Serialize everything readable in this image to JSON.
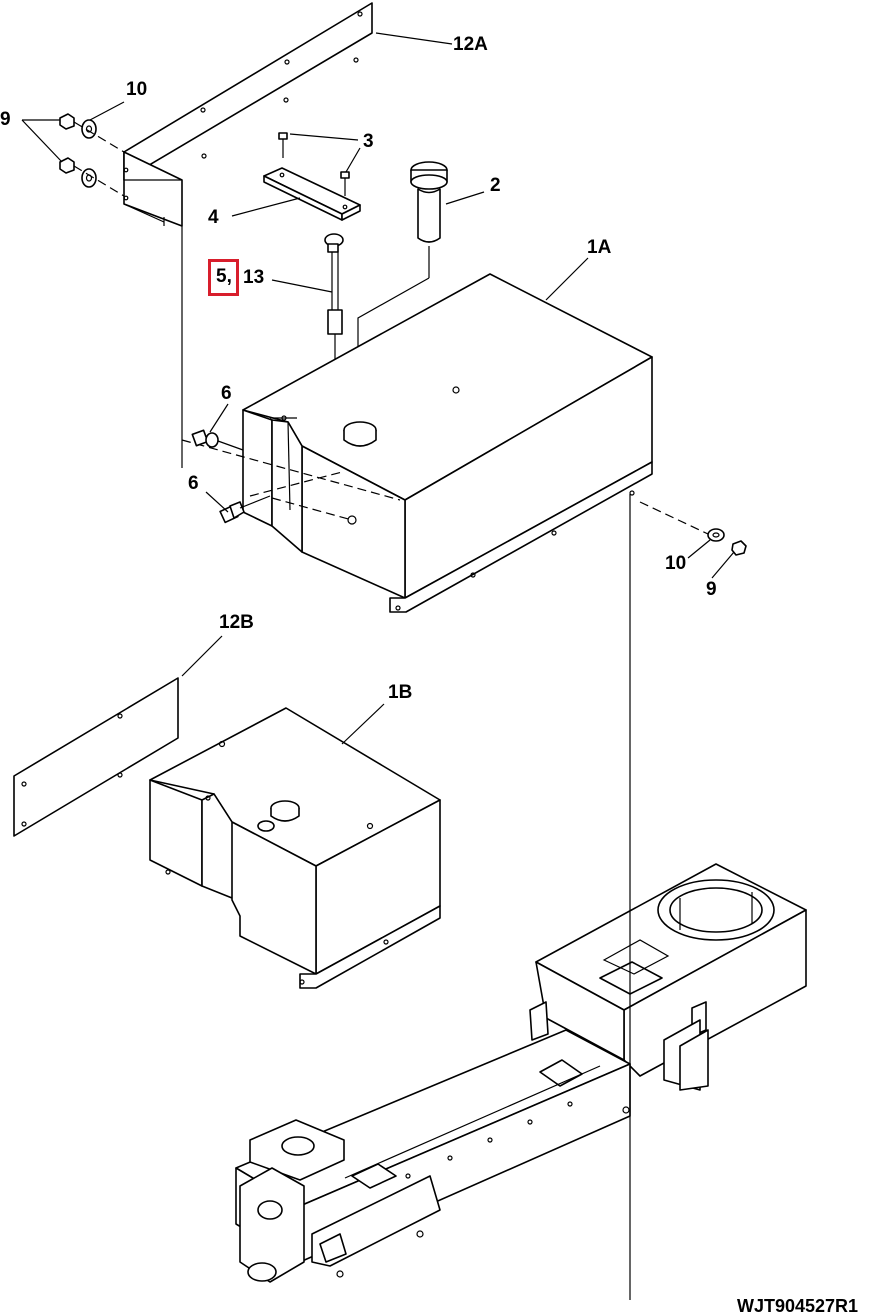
{
  "callouts": {
    "c12a": "12A",
    "c10_top": "10",
    "c9_top": "9",
    "c3": "3",
    "c2": "2",
    "c4": "4",
    "c5": "5,",
    "c13": "13",
    "c1a": "1A",
    "c6_upper": "6",
    "c6_lower": "6",
    "c10_right": "10",
    "c9_right": "9",
    "c12b": "12B",
    "c1b": "1B"
  },
  "figure_id": "WJT904527R1",
  "highlight": {
    "target": "5,",
    "color": "#d81e2c"
  }
}
